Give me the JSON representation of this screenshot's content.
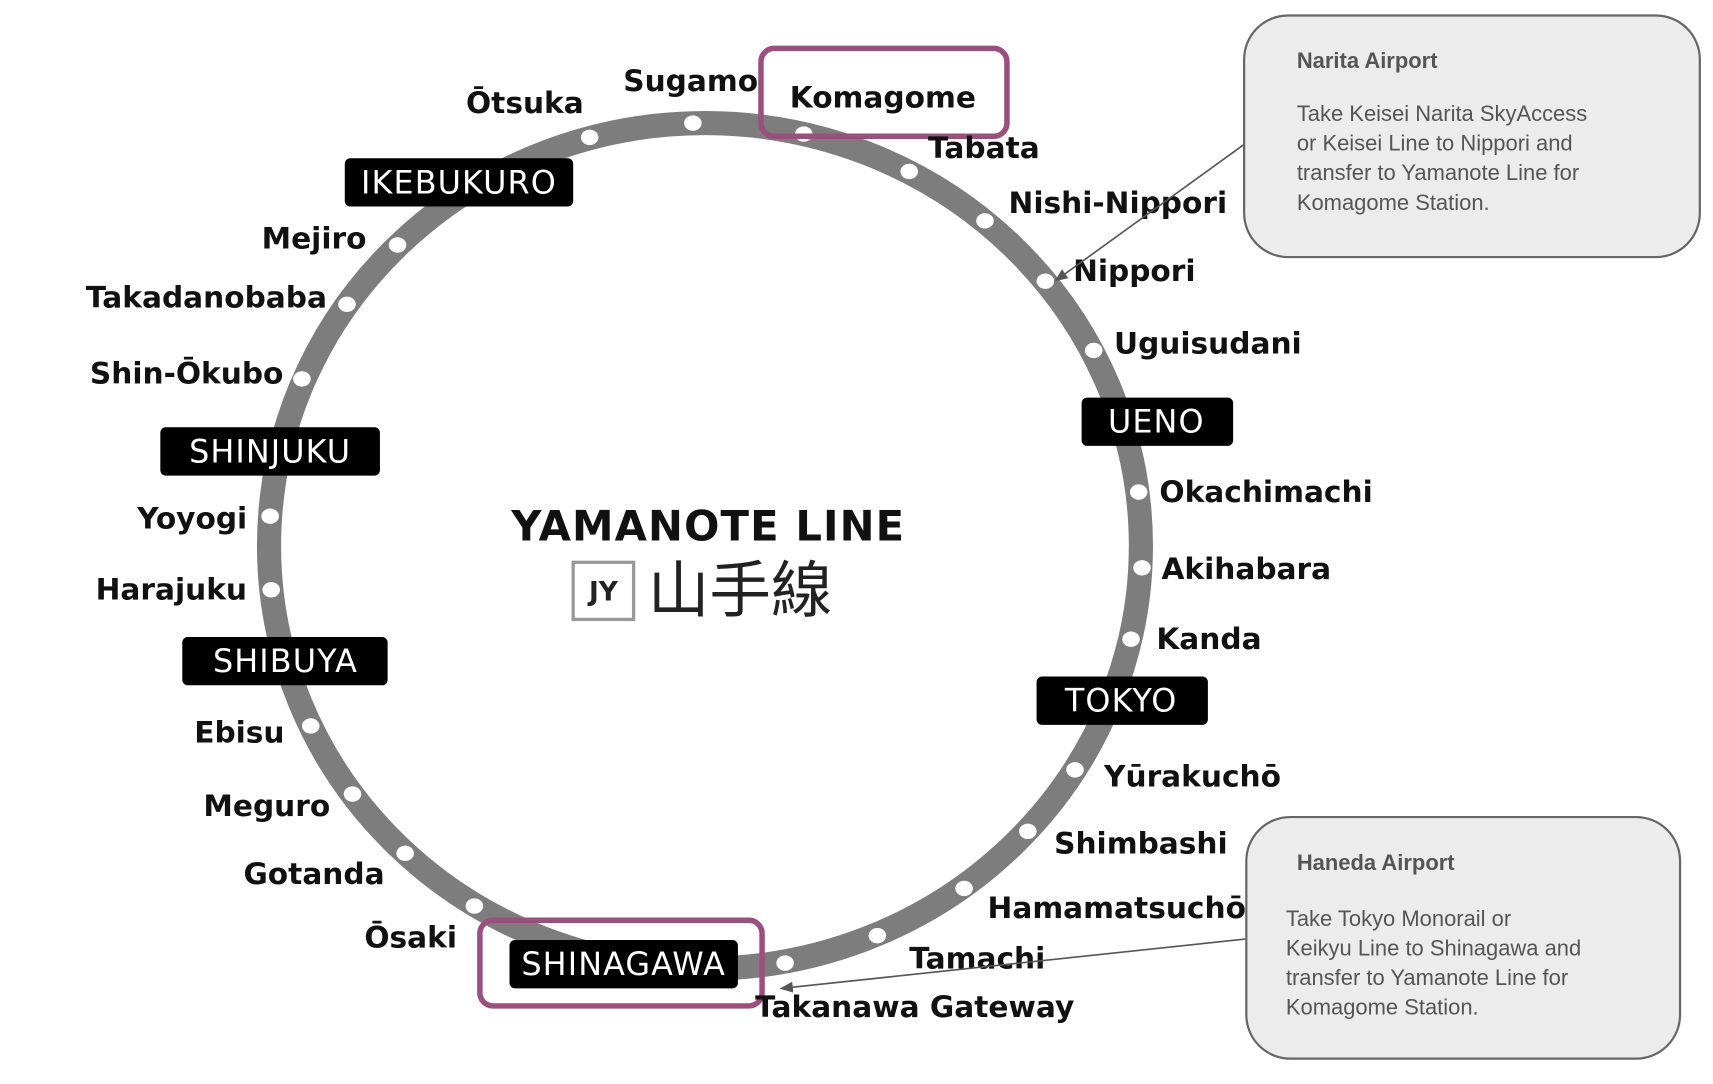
{
  "map": {
    "title_en": "YAMANOTE LINE",
    "line_code": "JY",
    "title_jp": "山手線",
    "line_color": "#7d7d7d",
    "highlight_color": "#9b4f7c",
    "stations": [
      {
        "name": "Komagome",
        "major": false,
        "highlighted": true
      },
      {
        "name": "Tabata",
        "major": false
      },
      {
        "name": "Nishi-Nippori",
        "major": false
      },
      {
        "name": "Nippori",
        "major": false
      },
      {
        "name": "Uguisudani",
        "major": false
      },
      {
        "name": "UENO",
        "major": true
      },
      {
        "name": "Okachimachi",
        "major": false
      },
      {
        "name": "Akihabara",
        "major": false
      },
      {
        "name": "Kanda",
        "major": false
      },
      {
        "name": "TOKYO",
        "major": true
      },
      {
        "name": "Yūrakuchō",
        "major": false
      },
      {
        "name": "Shimbashi",
        "major": false
      },
      {
        "name": "Hamamatsuchō",
        "major": false
      },
      {
        "name": "Tamachi",
        "major": false
      },
      {
        "name": "Takanawa Gateway",
        "major": false
      },
      {
        "name": "SHINAGAWA",
        "major": true,
        "highlighted": true
      },
      {
        "name": "Ōsaki",
        "major": false
      },
      {
        "name": "Gotanda",
        "major": false
      },
      {
        "name": "Meguro",
        "major": false
      },
      {
        "name": "Ebisu",
        "major": false
      },
      {
        "name": "SHIBUYA",
        "major": true
      },
      {
        "name": "Harajuku",
        "major": false
      },
      {
        "name": "Yoyogi",
        "major": false
      },
      {
        "name": "SHINJUKU",
        "major": true
      },
      {
        "name": "Shin-Ōkubo",
        "major": false
      },
      {
        "name": "Takadanobaba",
        "major": false
      },
      {
        "name": "Mejiro",
        "major": false
      },
      {
        "name": "IKEBUKURO",
        "major": true
      },
      {
        "name": "Ōtsuka",
        "major": false
      },
      {
        "name": "Sugamo",
        "major": false
      }
    ]
  },
  "callouts": {
    "narita": {
      "title": "Narita Airport",
      "lines": [
        "Take Keisei Narita SkyAccess",
        "or Keisei Line to Nippori and",
        "transfer to Yamanote Line for",
        "Komagome Station."
      ],
      "points_to": "Nippori"
    },
    "haneda": {
      "title": "Haneda Airport",
      "lines": [
        "Take Tokyo Monorail or",
        "Keikyu Line to Shinagawa and",
        "transfer to Yamanote Line for",
        "Komagome Station."
      ],
      "points_to": "Takanawa Gateway"
    }
  }
}
